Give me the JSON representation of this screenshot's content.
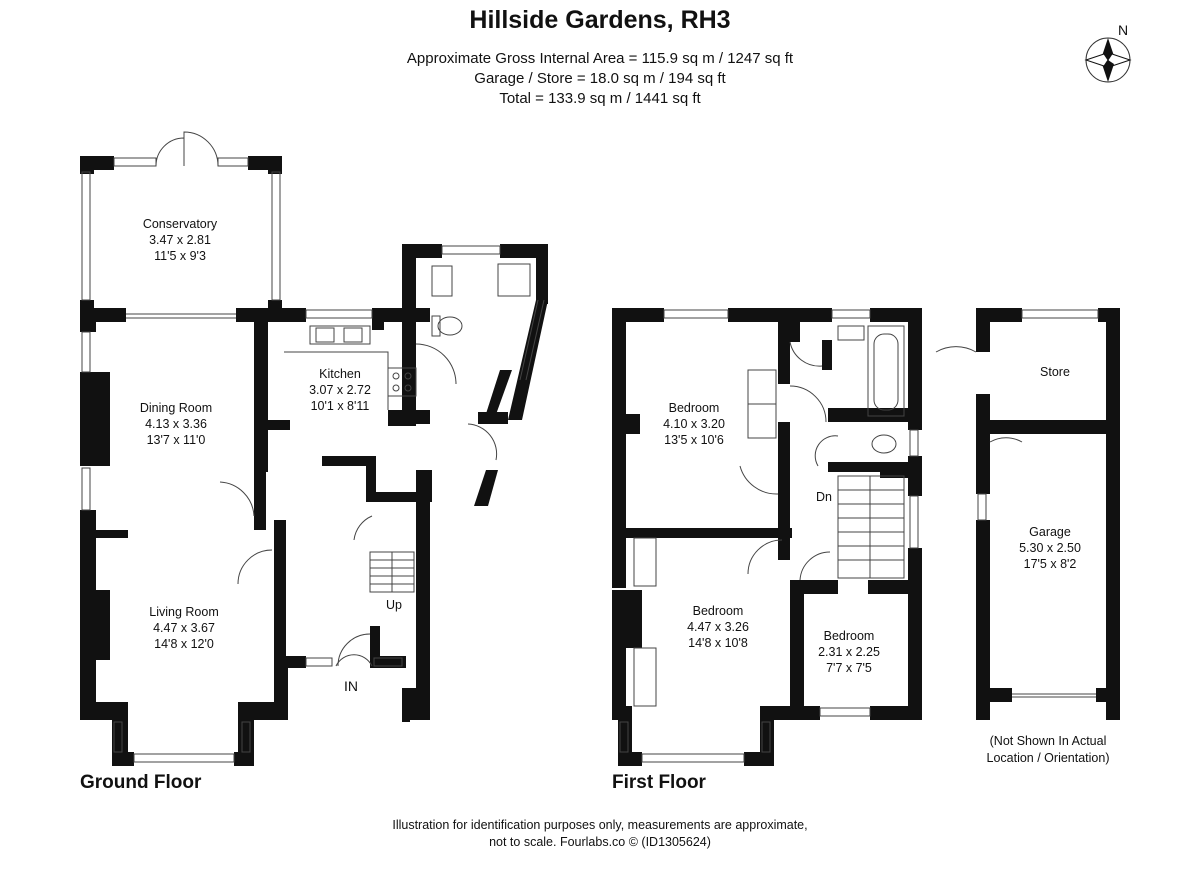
{
  "header": {
    "title": "Hillside Gardens, RH3",
    "gross_area": "Approximate Gross Internal Area = 115.9 sq m / 1247 sq ft",
    "garage_store": "Garage / Store = 18.0 sq m / 194 sq ft",
    "total": "Total = 133.9 sq m / 1441 sq ft"
  },
  "compass": {
    "label": "N"
  },
  "ground_floor": {
    "label": "Ground Floor",
    "entrance": "IN",
    "stairs_up": "Up",
    "rooms": {
      "conservatory": {
        "name": "Conservatory",
        "metric": "3.47 x 2.81",
        "imperial": "11'5 x 9'3"
      },
      "dining": {
        "name": "Dining Room",
        "metric": "4.13 x 3.36",
        "imperial": "13'7 x 11'0"
      },
      "kitchen": {
        "name": "Kitchen",
        "metric": "3.07 x 2.72",
        "imperial": "10'1 x 8'11"
      },
      "living": {
        "name": "Living Room",
        "metric": "4.47 x 3.67",
        "imperial": "14'8 x 12'0"
      }
    }
  },
  "first_floor": {
    "label": "First Floor",
    "stairs_down": "Dn",
    "rooms": {
      "bedroom1": {
        "name": "Bedroom",
        "metric": "4.10 x 3.20",
        "imperial": "13'5 x 10'6"
      },
      "bedroom2": {
        "name": "Bedroom",
        "metric": "4.47 x 3.26",
        "imperial": "14'8 x 10'8"
      },
      "bedroom3": {
        "name": "Bedroom",
        "metric": "2.31 x 2.25",
        "imperial": "7'7 x 7'5"
      }
    }
  },
  "outbuilding": {
    "store": {
      "name": "Store"
    },
    "garage": {
      "name": "Garage",
      "metric": "5.30 x 2.50",
      "imperial": "17'5 x 8'2"
    },
    "note_line1": "(Not Shown In Actual",
    "note_line2": "Location / Orientation)"
  },
  "footer": {
    "line1": "Illustration for identification purposes only, measurements are approximate,",
    "line2": "not to scale. Fourlabs.co © (ID1305624)"
  }
}
